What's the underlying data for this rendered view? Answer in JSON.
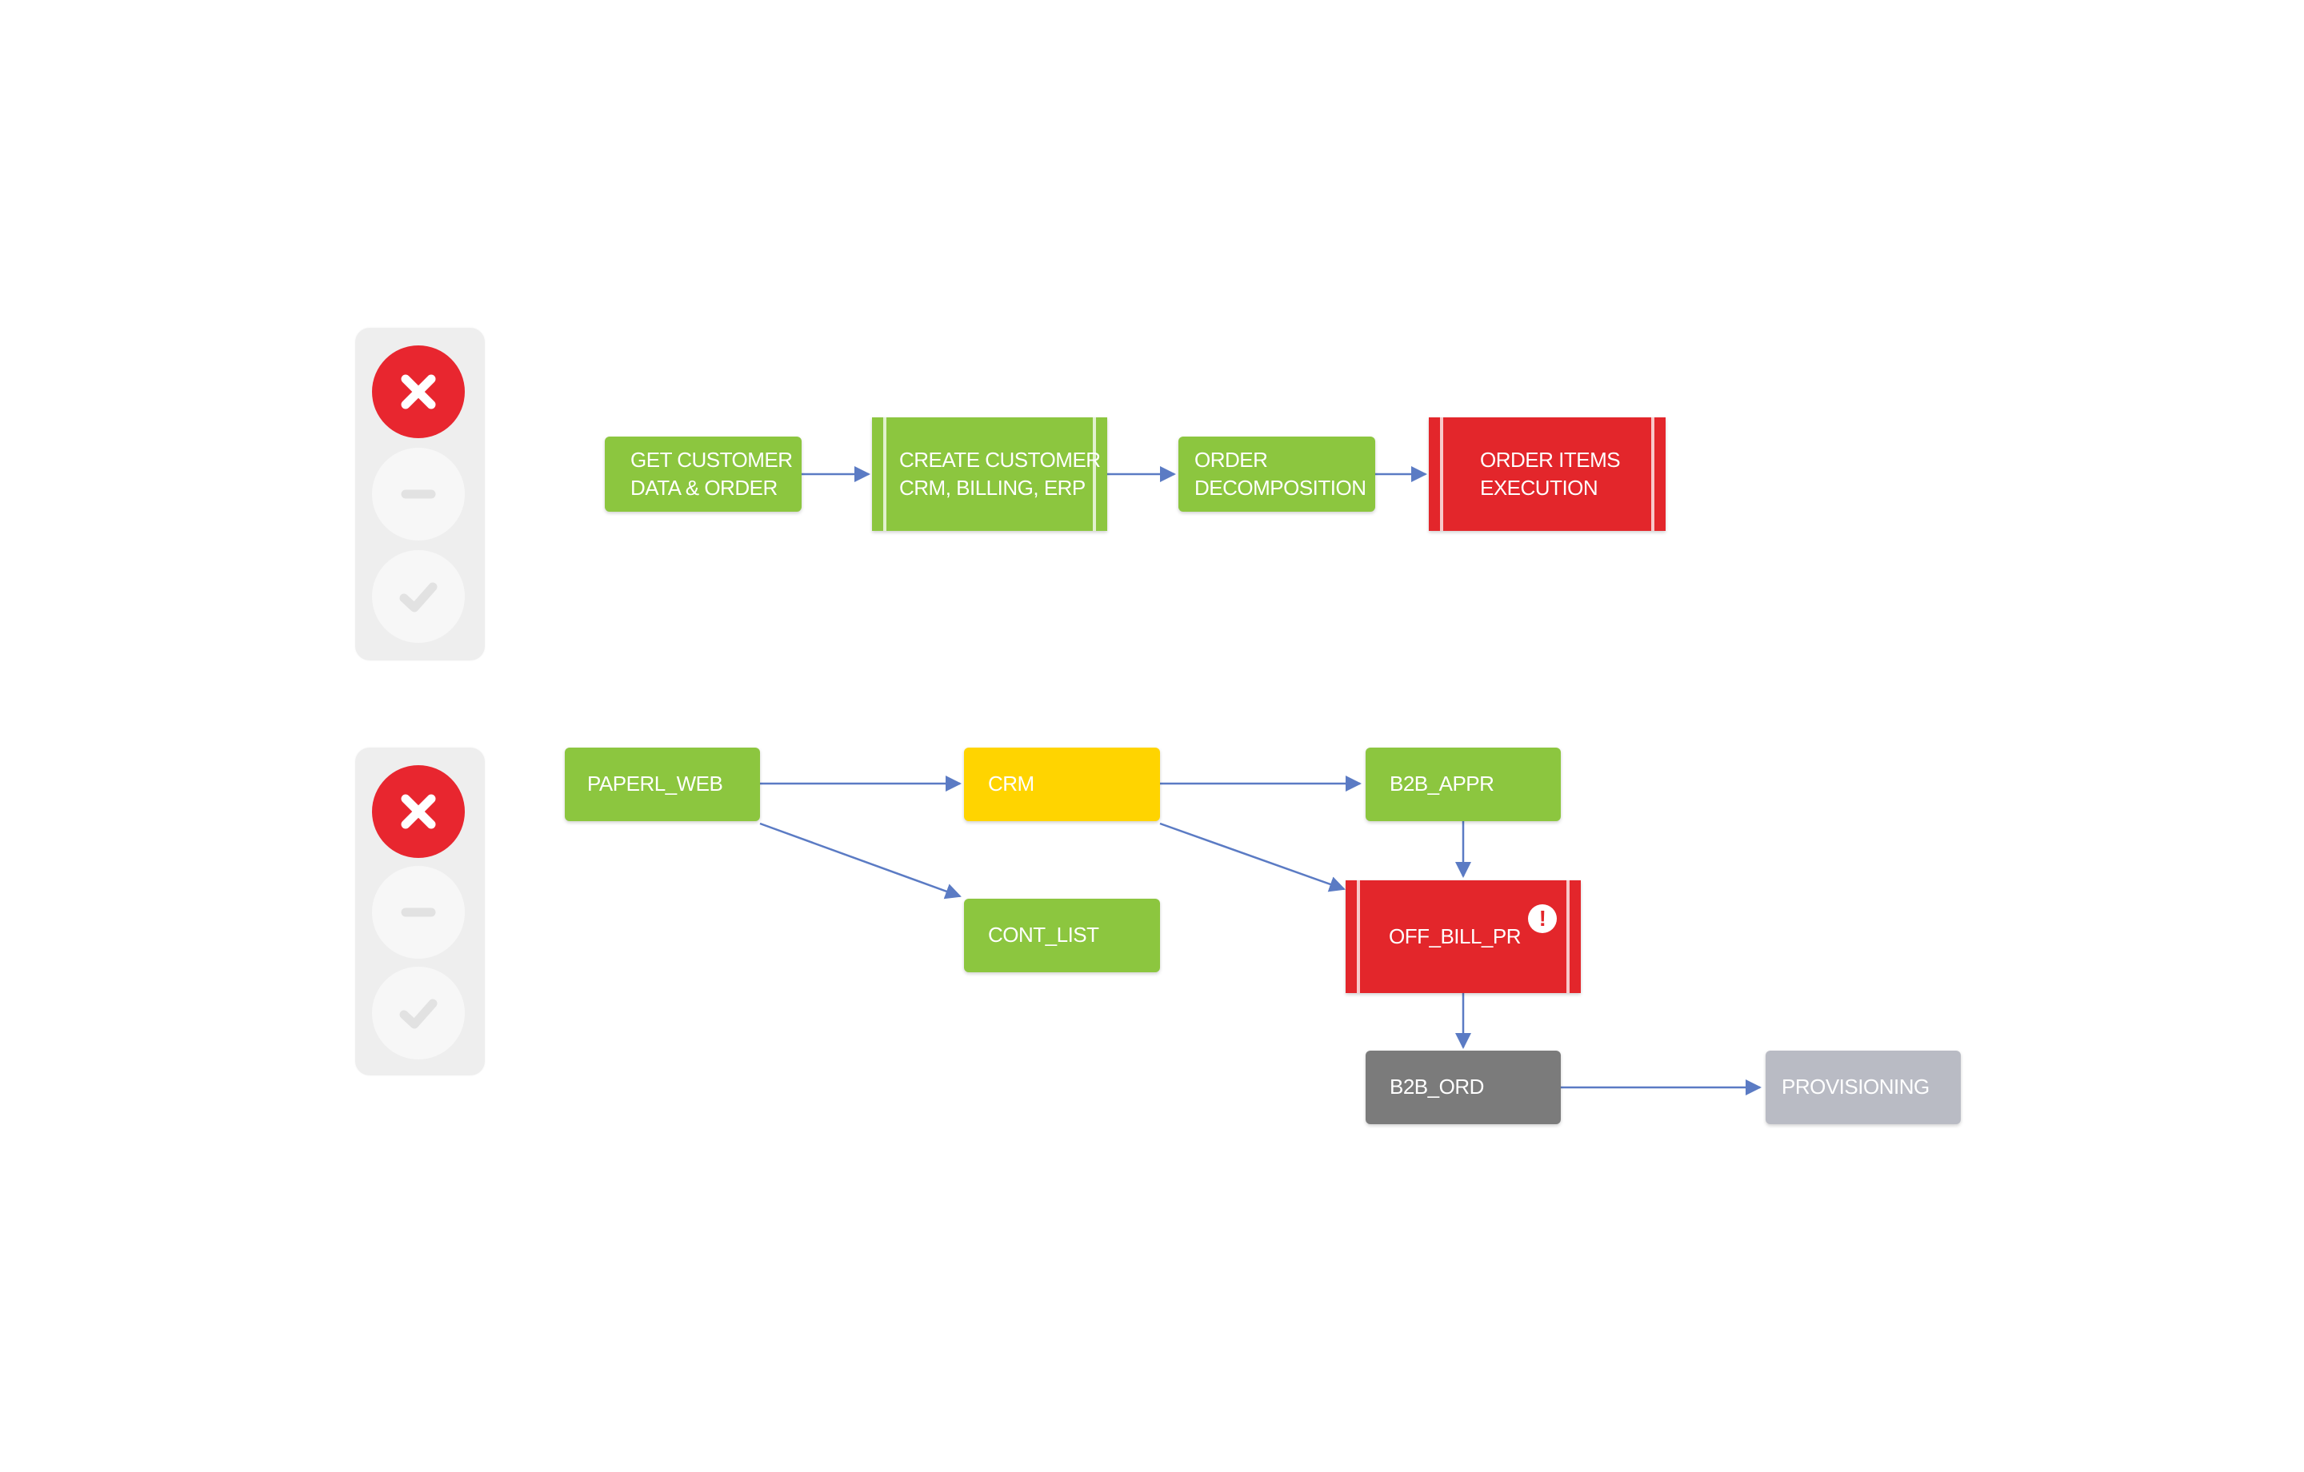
{
  "colors": {
    "success": "#8cc63f",
    "warning": "#ffd400",
    "error": "#e3262b",
    "pending": "#7b7b7b",
    "inactive": "#b9bbc4",
    "edge": "#5b7bc4"
  },
  "status_icons": [
    "close-icon",
    "minus-icon",
    "check-icon"
  ],
  "flow1": {
    "status": "error",
    "nodes": {
      "get_customer": "GET CUSTOMER\nDATA & ORDER",
      "create_customer": "CREATE  CUSTOMER\nCRM, BILLING, ERP",
      "decomposition": "ORDER\nDECOMPOSITION",
      "items_execution": "ORDER ITEMS\nEXECUTION"
    }
  },
  "flow2": {
    "status": "error",
    "nodes": {
      "paperl_web": "PAPERL_WEB",
      "crm": "CRM",
      "cont_list": "CONT_LIST",
      "b2b_appr": "B2B_APPR",
      "off_bill_pr": "OFF_BILL_PR",
      "b2b_ord": "B2B_ORD",
      "provisioning": "PROVISIONING"
    },
    "alert_icon": "exclamation-icon",
    "alert_glyph": "!"
  }
}
